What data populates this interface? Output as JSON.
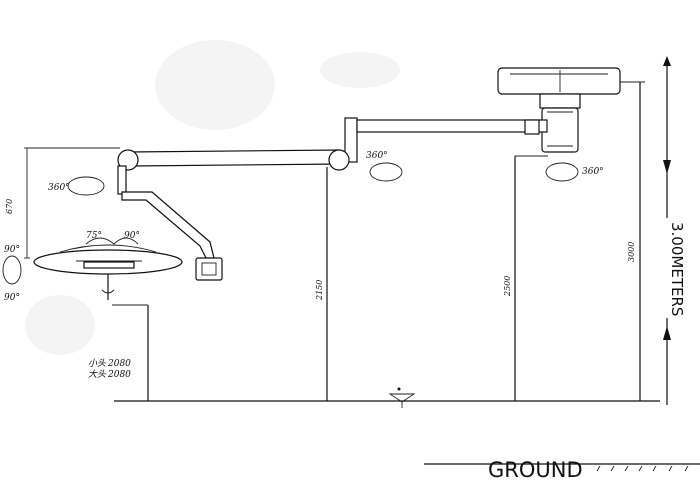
{
  "diagram": {
    "angles": {
      "arm_top": "360°",
      "ceiling_mount": "360°",
      "lamp_arm": "360°",
      "tilt": "75°",
      "tilt_right": "90°",
      "left_top": "90°",
      "left_bottom": "90°"
    },
    "dimensions": {
      "lamp_height": "670",
      "arm_height": "2150",
      "mount_height": "2500",
      "ceiling_height": "3000"
    },
    "size_notes": {
      "small_label": "小头",
      "small_value": "2080",
      "large_label": "大头",
      "large_value": "2080"
    },
    "ceiling_height_label": "3.00METERS",
    "ground_label": "GROUND"
  }
}
